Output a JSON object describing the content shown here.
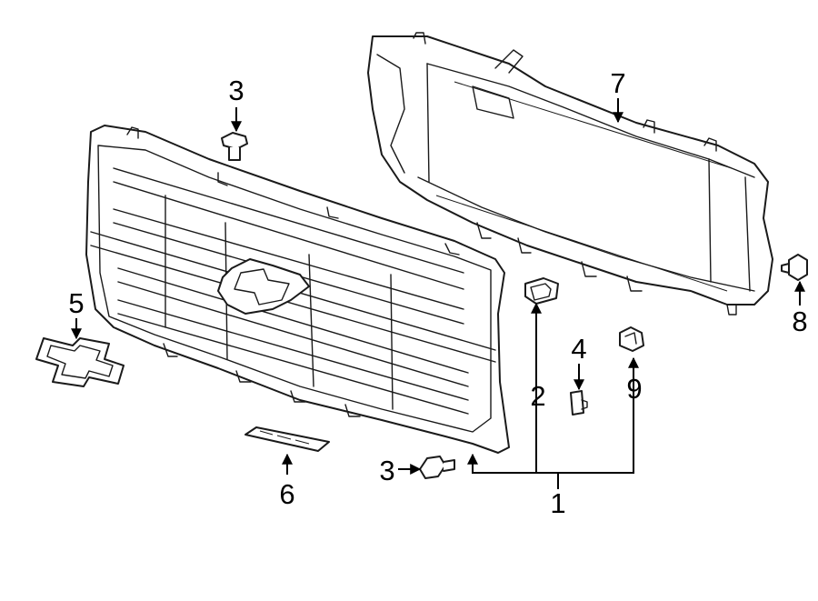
{
  "diagram": {
    "callouts": [
      {
        "id": "c1",
        "text": "1"
      },
      {
        "id": "c2",
        "text": "2"
      },
      {
        "id": "c3a",
        "text": "3"
      },
      {
        "id": "c3b",
        "text": "3"
      },
      {
        "id": "c4",
        "text": "4"
      },
      {
        "id": "c5",
        "text": "5"
      },
      {
        "id": "c6",
        "text": "6"
      },
      {
        "id": "c7",
        "text": "7"
      },
      {
        "id": "c8",
        "text": "8"
      },
      {
        "id": "c9",
        "text": "9"
      }
    ]
  }
}
